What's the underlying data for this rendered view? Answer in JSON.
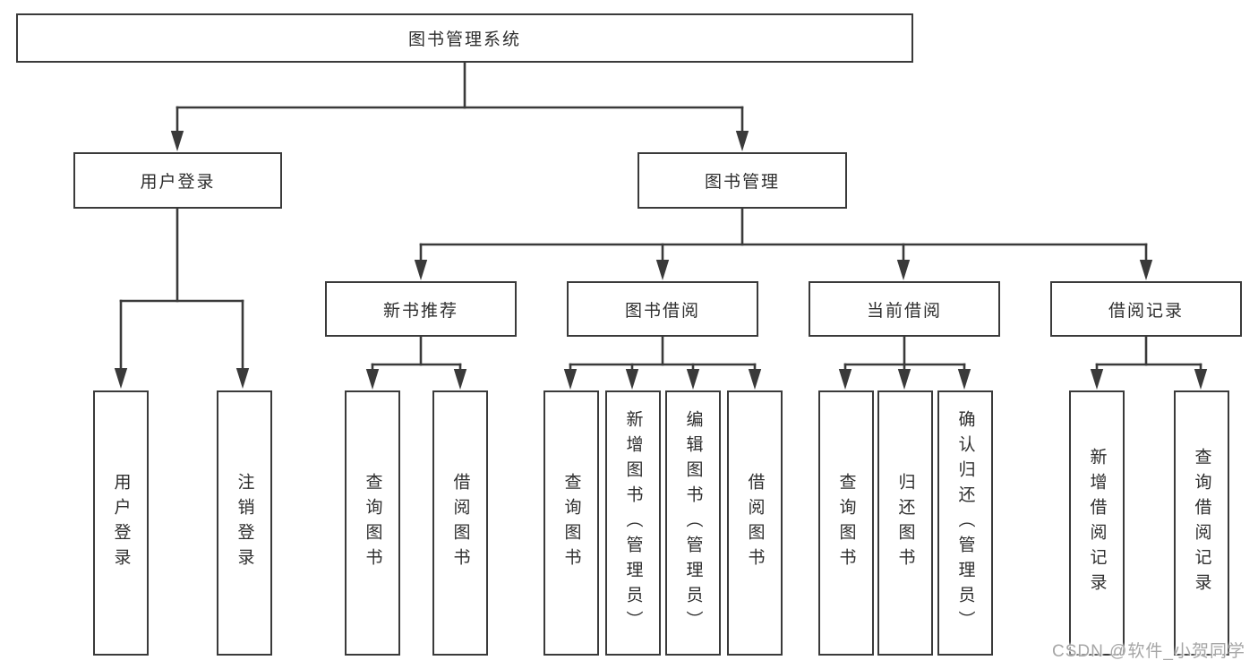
{
  "root": {
    "label": "图书管理系统"
  },
  "user_login": {
    "label": "用户登录",
    "children": [
      "用户登录",
      "注销登录"
    ]
  },
  "book_mgmt": {
    "label": "图书管理",
    "groups": [
      {
        "label": "新书推荐",
        "children": [
          "查询图书",
          "借阅图书"
        ]
      },
      {
        "label": "图书借阅",
        "children": [
          "查询图书",
          "新增图书（管理员）",
          "编辑图书（管理员）",
          "借阅图书"
        ]
      },
      {
        "label": "当前借阅",
        "children": [
          "查询图书",
          "归还图书",
          "确认归还（管理员）"
        ]
      },
      {
        "label": "借阅记录",
        "children": [
          "新增借阅记录",
          "查询借阅记录"
        ]
      }
    ]
  },
  "watermark": "CSDN @软件_小贺同学",
  "colors": {
    "line": "#3a3a3a",
    "text": "#2e2e2e",
    "watermark": "#a6a6a6",
    "background": "#ffffff"
  }
}
